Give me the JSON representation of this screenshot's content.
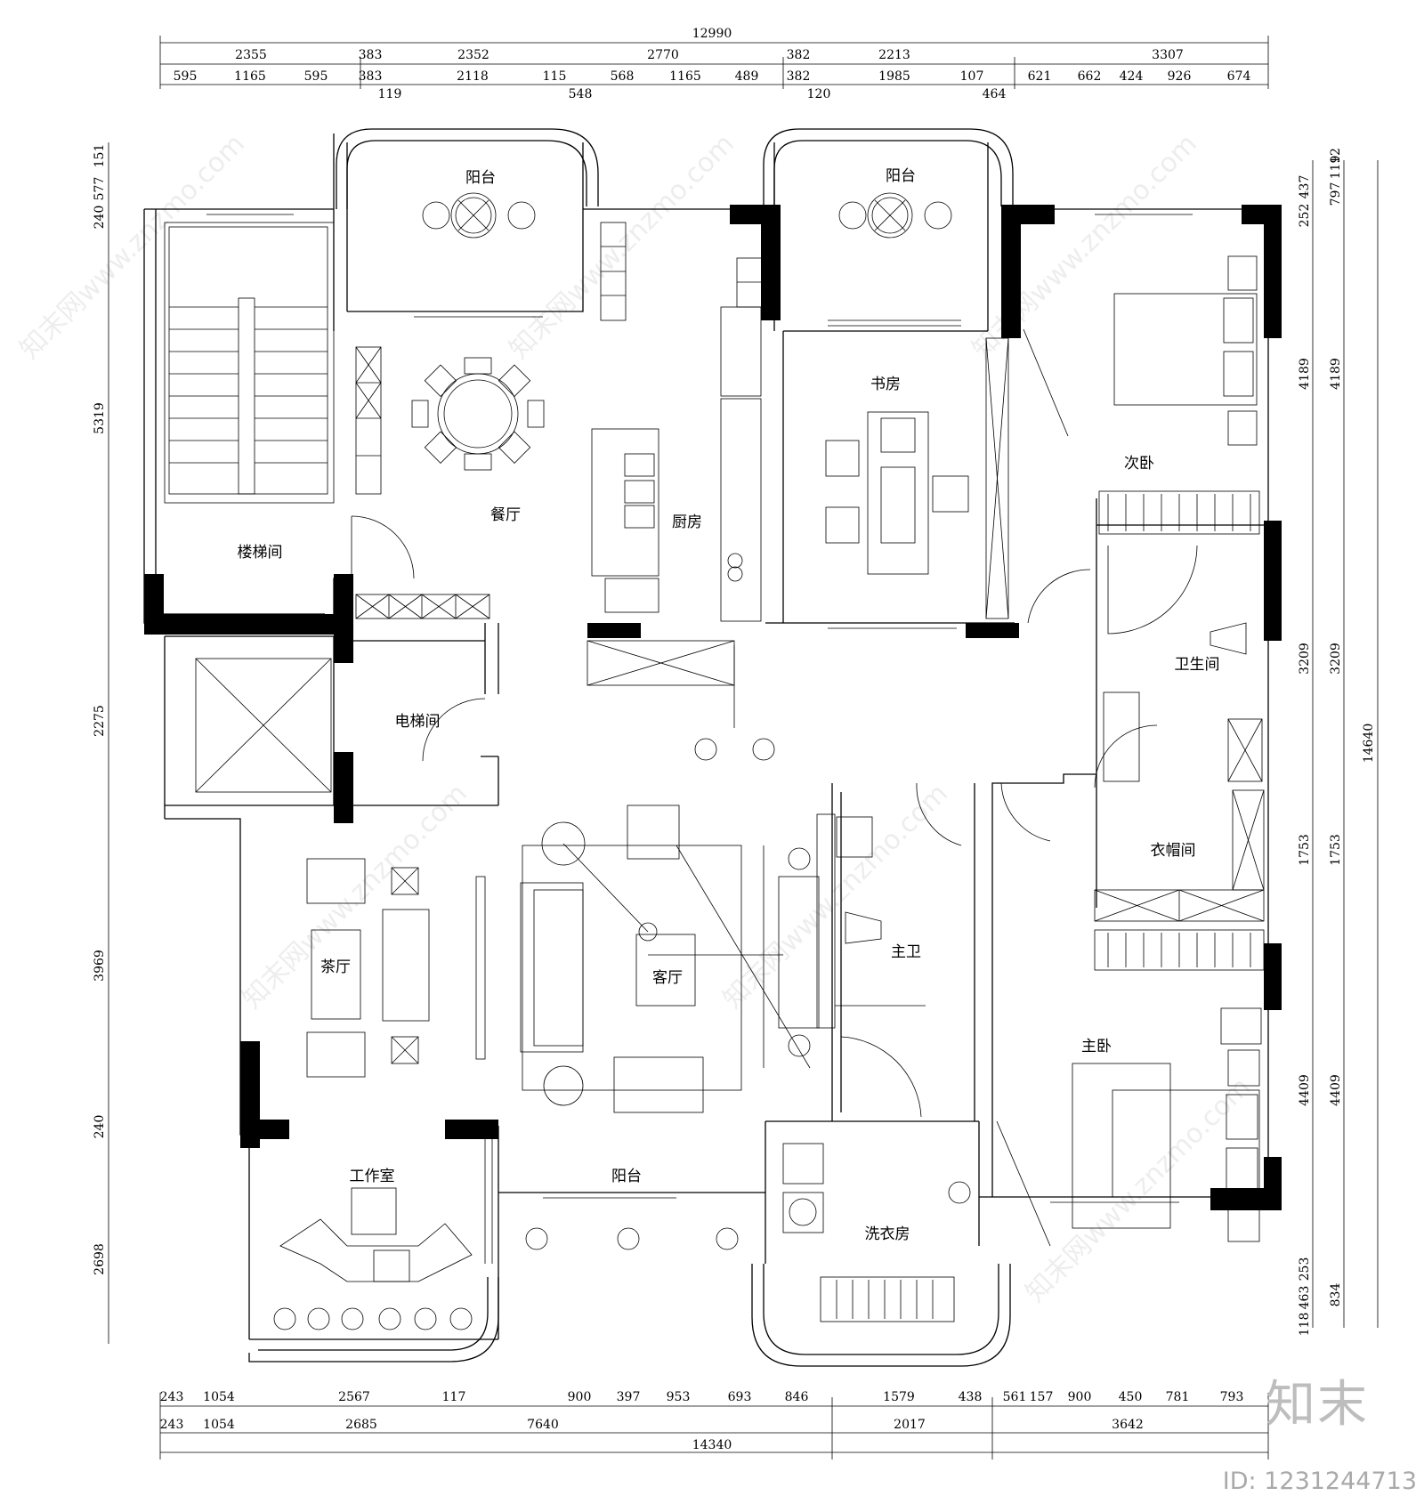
{
  "rooms": {
    "balcony_top_left": "阳台",
    "balcony_top_right": "阳台",
    "dining": "餐厅",
    "stairwell": "楼梯间",
    "kitchen": "厨房",
    "study": "书房",
    "second_bedroom": "次卧",
    "bathroom": "卫生间",
    "elevator_hall": "电梯间",
    "cloakroom": "衣帽间",
    "tea_room": "茶厅",
    "living_room": "客厅",
    "master_bath": "主卫",
    "master_bedroom": "主卧",
    "studio": "工作室",
    "balcony_bottom": "阳台",
    "laundry": "洗衣房"
  },
  "dimensions": {
    "top_total": "12990",
    "top_row1": [
      "2355",
      "383",
      "2352",
      "2770",
      "382",
      "2213",
      "3307"
    ],
    "top_row2": [
      "595",
      "1165",
      "595",
      "383",
      "2118",
      "115",
      "568",
      "1165",
      "489",
      "382",
      "1985",
      "107",
      "621",
      "662",
      "424",
      "926",
      "674"
    ],
    "top_row3": [
      "119",
      "548",
      "120",
      "464"
    ],
    "left_col": [
      "151",
      "577",
      "240",
      "5319",
      "2275",
      "3969",
      "240",
      "2698"
    ],
    "right_col_inner": [
      "252",
      "437",
      "4189",
      "3209",
      "1753",
      "4409",
      "253",
      "463",
      "118"
    ],
    "right_col_outer": [
      "119",
      "12",
      "797",
      "4189",
      "3209",
      "1753",
      "4409",
      "834"
    ],
    "right_total": "14640",
    "bottom_row1": [
      "243",
      "1054",
      "2567",
      "117",
      "900",
      "397",
      "953",
      "693",
      "846",
      "1579",
      "438",
      "561",
      "157",
      "900",
      "450",
      "781",
      "793"
    ],
    "bottom_row2": [
      "243",
      "1054",
      "2685",
      "7640",
      "2017",
      "3642"
    ],
    "bottom_total": "14340"
  },
  "watermark": {
    "brand": "知末",
    "id_text": "ID: 1231244713",
    "site_text": "知末网www.znzmo.com"
  }
}
